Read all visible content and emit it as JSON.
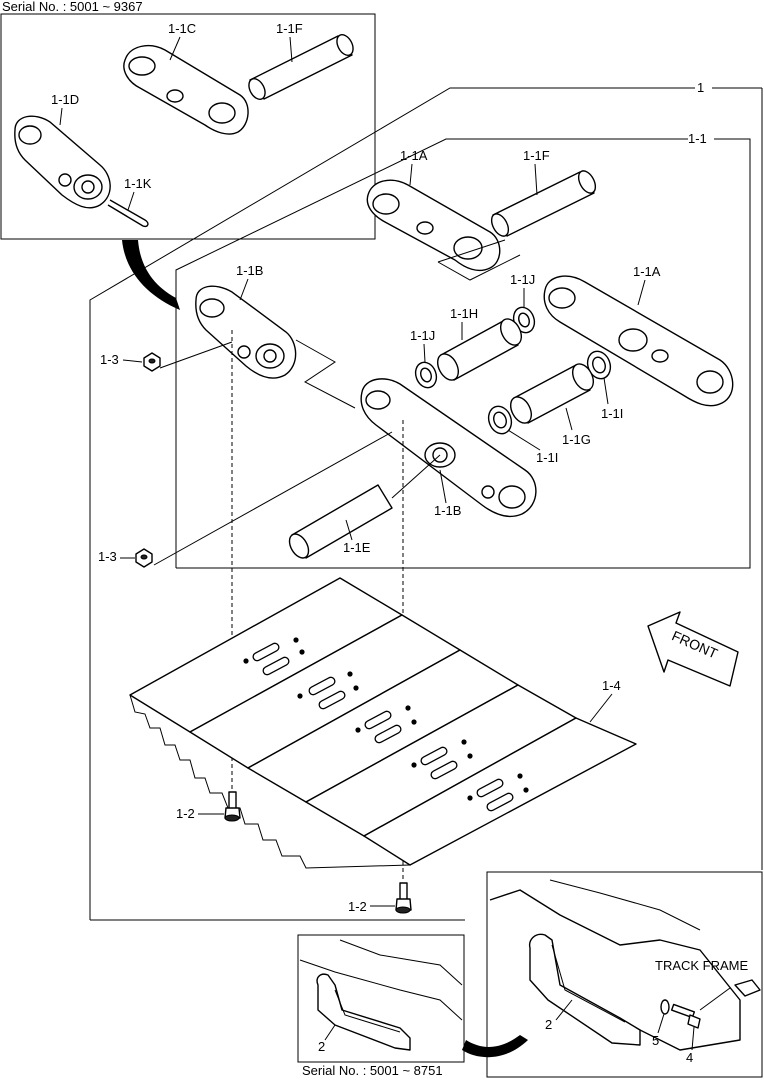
{
  "serial_top": "Serial No. : 5001 ~ 9367",
  "serial_bottom": "Serial No. : 5001 ~ 8751",
  "front": "FRONT",
  "track_frame": "TRACK FRAME",
  "labels": {
    "c1_1C": "1-1C",
    "c1_1F_top": "1-1F",
    "c1_1D": "1-1D",
    "c1_1K": "1-1K",
    "c1": "1",
    "c1_1": "1-1",
    "c1_1A_top": "1-1A",
    "c1_1F": "1-1F",
    "c1_1B_top": "1-1B",
    "c1_1J_a": "1-1J",
    "c1_1A_right": "1-1A",
    "c1_1H": "1-1H",
    "c1_1J_b": "1-1J",
    "c1_3_top": "1-3",
    "c1_1I_right": "1-1I",
    "c1_1G": "1-1G",
    "c1_1I_mid": "1-1I",
    "c1_1B_bot": "1-1B",
    "c1_1E": "1-1E",
    "c1_3_bot": "1-3",
    "c1_4": "1-4",
    "c1_2_top": "1-2",
    "c1_2_bot": "1-2",
    "c2_left": "2",
    "c2_right": "2",
    "c5": "5",
    "c4": "4"
  }
}
